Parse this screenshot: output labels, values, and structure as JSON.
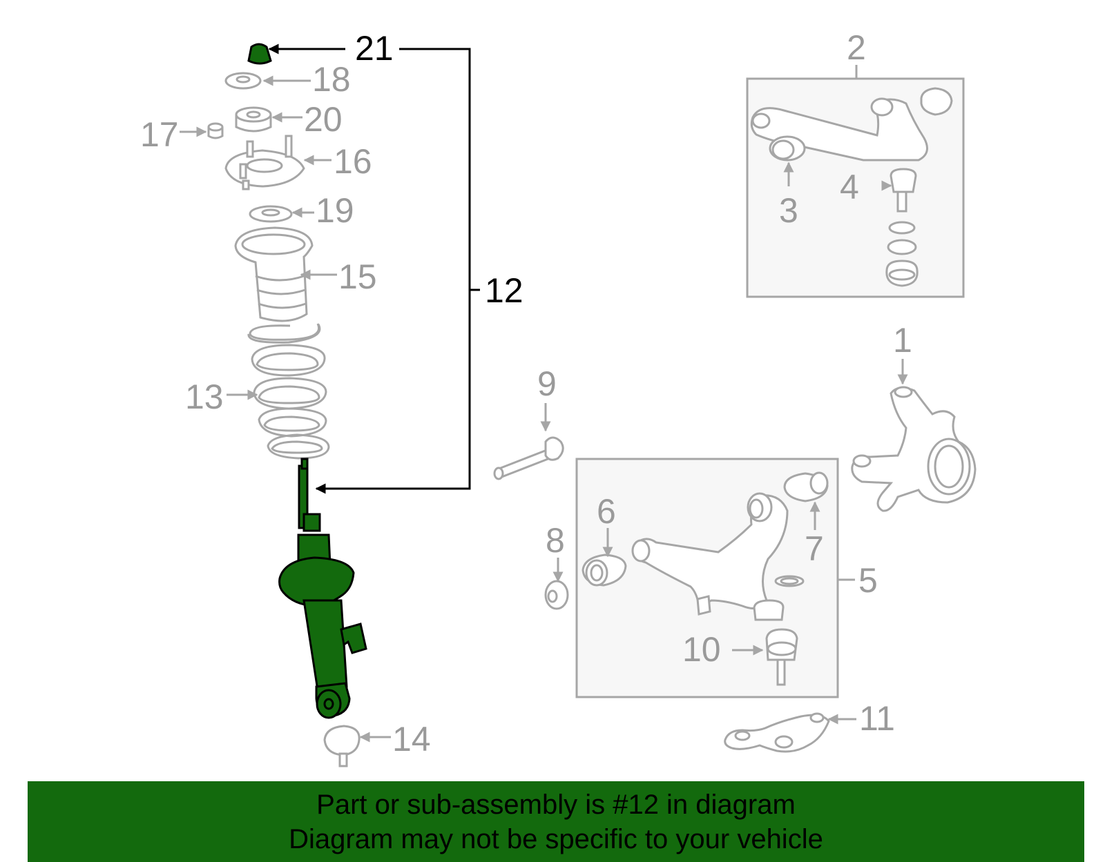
{
  "diagram": {
    "callouts": {
      "c1": "1",
      "c2": "2",
      "c3": "3",
      "c4": "4",
      "c5": "5",
      "c6": "6",
      "c7": "7",
      "c8": "8",
      "c9": "9",
      "c10": "10",
      "c11": "11",
      "c12": "12",
      "c13": "13",
      "c14": "14",
      "c15": "15",
      "c16": "16",
      "c17": "17",
      "c18": "18",
      "c19": "19",
      "c20": "20",
      "c21": "21"
    },
    "highlight_color": "#136a0d",
    "part_line_color": "#a6a6a6"
  },
  "banner": {
    "line1": "Part or sub-assembly is #12 in diagram",
    "line2": "Diagram may not be specific to your vehicle",
    "color": "#136a0d"
  }
}
